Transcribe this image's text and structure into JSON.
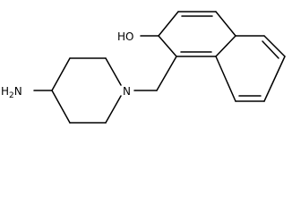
{
  "molecule": {
    "labels": {
      "hydroxyl": "HO",
      "ring_nitrogen": "N",
      "amine_prefix": "H",
      "amine_subscript": "2",
      "amine_suffix": "N"
    },
    "colors": {
      "bond": "#000000",
      "text": "#000000",
      "background": "#ffffff"
    }
  }
}
